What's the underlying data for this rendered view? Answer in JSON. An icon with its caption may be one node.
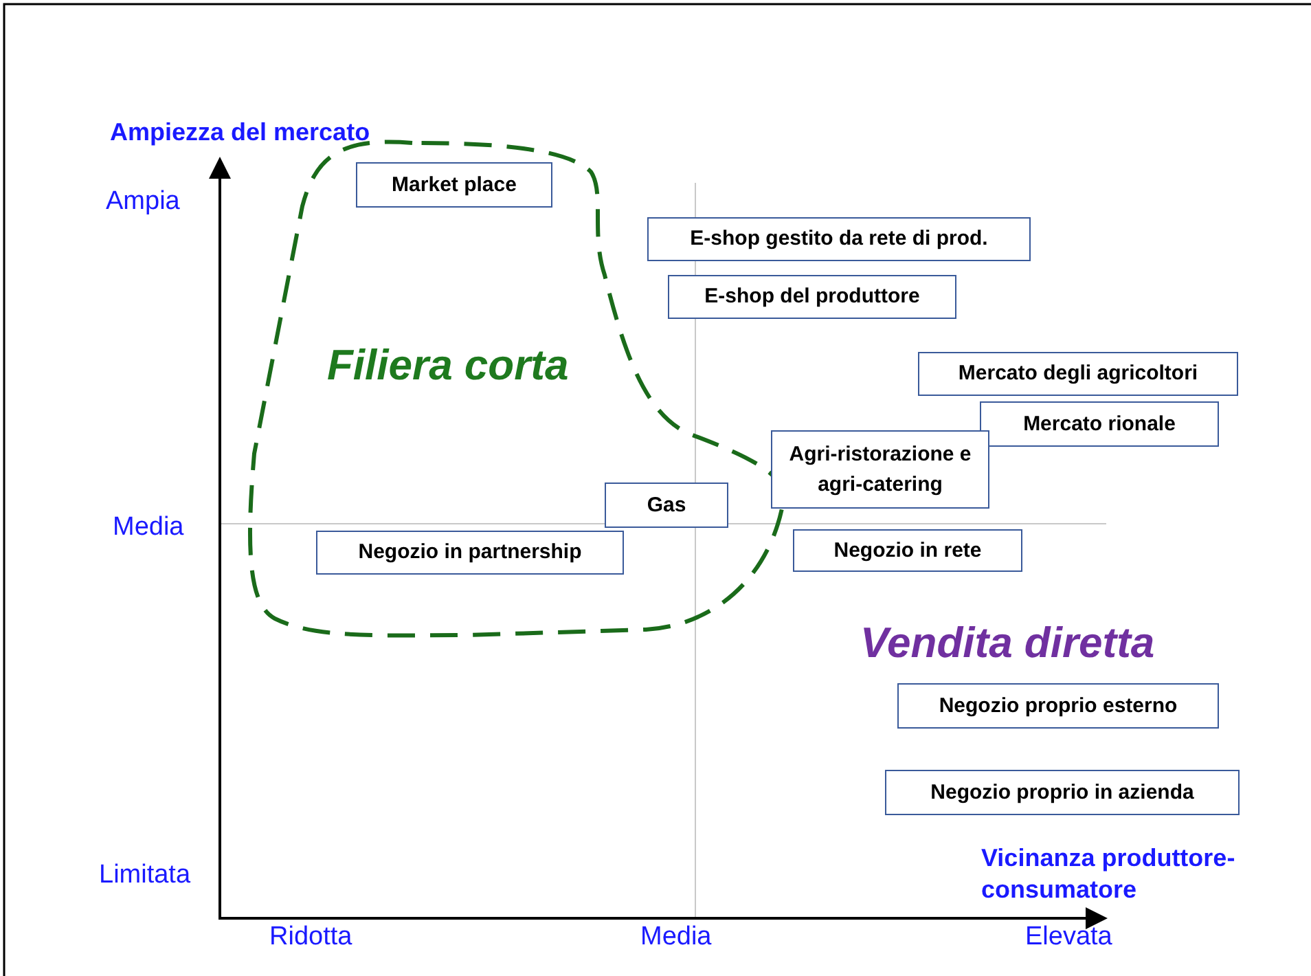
{
  "diagram": {
    "nodes": [
      {
        "text": [
          "Filiera corta"
        ]
      },
      {
        "text": [
          "Market place"
        ],
        "in": 0
      },
      {
        "text": [
          "E-shop gestito da rete di prod."
        ]
      },
      {
        "text": [
          "E-shop del produttore"
        ]
      },
      {
        "text": [
          "Mercato degli agricoltori"
        ]
      },
      {
        "text": [
          "Mercato rionale"
        ]
      },
      {
        "text": [
          "Agri-ristorazione e agri-catering"
        ]
      },
      {
        "text": [
          "Gas"
        ],
        "in": 0
      },
      {
        "text": [
          "Negozio in partnership"
        ],
        "in": 0
      },
      {
        "text": [
          "Negozio in rete"
        ]
      },
      {
        "text": [
          "Negozio proprio esterno"
        ]
      },
      {
        "text": [
          "Negozio proprio in azienda"
        ]
      }
    ],
    "labels": [
      "Ampiezza del mercato",
      "Ampia",
      "Media",
      "Vendita diretta",
      "Limitata",
      "Vicinanza produttore-consumatore",
      "Ridotta",
      "Media",
      "Elevata"
    ]
  }
}
